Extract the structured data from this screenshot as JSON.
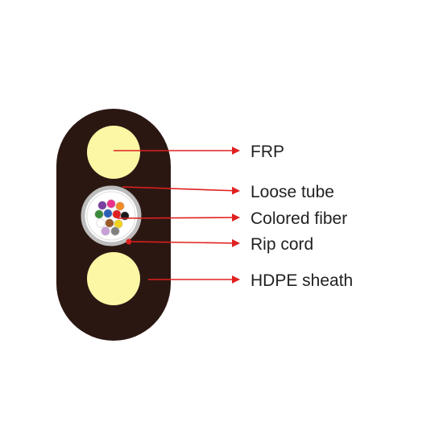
{
  "diagram": {
    "labels": {
      "frp": "FRP",
      "loose_tube": "Loose tube",
      "colored_fiber": "Colored fiber",
      "rip_cord": "Rip cord",
      "hdpe_sheath": "HDPE sheath"
    },
    "colors": {
      "sheath": "#2b1712",
      "frp": "#fbf7a4",
      "loose_tube_ring": "#bdbdbd",
      "loose_tube_fill": "#ffffff",
      "arrow": "#e02020",
      "rip_cord": "#e02020",
      "text": "#222222"
    },
    "fiber_colors": [
      "#7a3fa0",
      "#e8318a",
      "#f08a24",
      "#3a8a3a",
      "#2a5fb8",
      "#e02020",
      "#1a1a1a",
      "#ffffff",
      "#9a5a2a",
      "#f2d21a",
      "#c8a0d8",
      "#808080"
    ]
  }
}
